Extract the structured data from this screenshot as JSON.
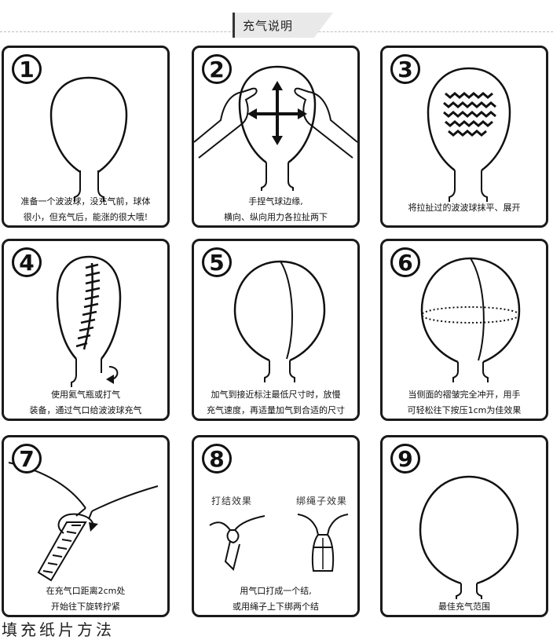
{
  "header": {
    "title": "充气说明"
  },
  "steps": [
    {
      "num": "1",
      "lines": [
        "准备一个波波球，没充气前，球体",
        "很小，但充气后，能涨的很大哦!"
      ]
    },
    {
      "num": "2",
      "lines": [
        "手捏气球边缘,",
        "横向、纵向用力各拉扯两下"
      ]
    },
    {
      "num": "3",
      "lines": [
        "将拉扯过的波波球抹平、展开"
      ]
    },
    {
      "num": "4",
      "lines": [
        "使用氦气瓶或打气",
        "装备，通过气口给波波球充气"
      ]
    },
    {
      "num": "5",
      "lines": [
        "加气到接近标注最低尺寸时，放慢",
        "充气速度，再适量加气到合适的尺寸"
      ]
    },
    {
      "num": "6",
      "lines": [
        "当侧面的褶皱完全冲开，用手",
        "可轻松往下按压1cm为佳效果"
      ]
    },
    {
      "num": "7",
      "lines": [
        "在充气口距离2cm处",
        "开始往下旋转拧紧"
      ]
    },
    {
      "num": "8",
      "lines": [
        "用气口打成一个结,",
        "或用绳子上下绑两个结"
      ],
      "labels": [
        "打结效果",
        "绑绳子效果"
      ]
    },
    {
      "num": "9",
      "lines": [
        "最佳充气范围"
      ]
    }
  ],
  "footer": {
    "text": "填充纸片方法"
  }
}
